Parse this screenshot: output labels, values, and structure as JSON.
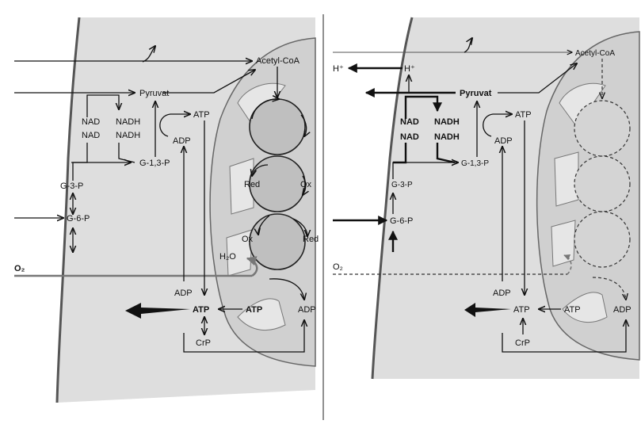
{
  "labels": {
    "left_acetyl": "Acetyl-CoA",
    "left_pyruvat": "Pyruvat",
    "left_nad1": "NAD",
    "left_nad2": "NAD",
    "left_nadh1": "NADH",
    "left_nadh2": "NADH",
    "left_atp_top": "ATP",
    "left_adp_mid": "ADP",
    "left_g13p": "G-1,3-P",
    "left_g3p": "G-3-P",
    "left_g6p": "G-6-P",
    "left_red1": "Red",
    "left_ox1": "Ox",
    "left_ox2": "Ox",
    "left_red2": "Red",
    "left_h2o": "H₂O",
    "left_o2": "O₂",
    "left_adp_low": "ADP",
    "left_atp_bottom": "ATP",
    "left_atp_right": "ATP",
    "left_adp_right": "ADP",
    "left_crp": "CrP",
    "right_acetyl": "Acetyl-CoA",
    "right_h_out": "H⁺",
    "right_h_in": "H⁺",
    "right_pyruvat": "Pyruvat",
    "right_nad1": "NAD",
    "right_nad2": "NAD",
    "right_nadh1": "NADH",
    "right_nadh2": "NADH",
    "right_atp_top": "ATP",
    "right_adp_mid": "ADP",
    "right_g13p": "G-1,3-P",
    "right_g3p": "G-3-P",
    "right_g6p": "G-6-P",
    "right_o2": "O₂",
    "right_adp_low": "ADP",
    "right_atp_bottom": "ATP",
    "right_atp_right": "ATP",
    "right_adp_right": "ADP",
    "right_crp": "CrP"
  },
  "colors": {
    "cell": "#dedede",
    "mitochondrion": "#d0d0d0",
    "cycle": "#bfbfbf",
    "arrow": "#111111",
    "oxygen_arrow": "#777777"
  }
}
